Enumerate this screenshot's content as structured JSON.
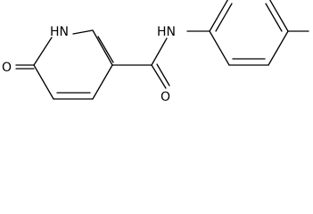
{
  "molecule": {
    "atoms": {
      "nh_ring": "HN",
      "oxo": "O",
      "amide_nh": "HN",
      "carbonyl_o": "O"
    },
    "colors": {
      "bond": "#000000",
      "label": "#000000",
      "background": "#ffffff"
    }
  }
}
